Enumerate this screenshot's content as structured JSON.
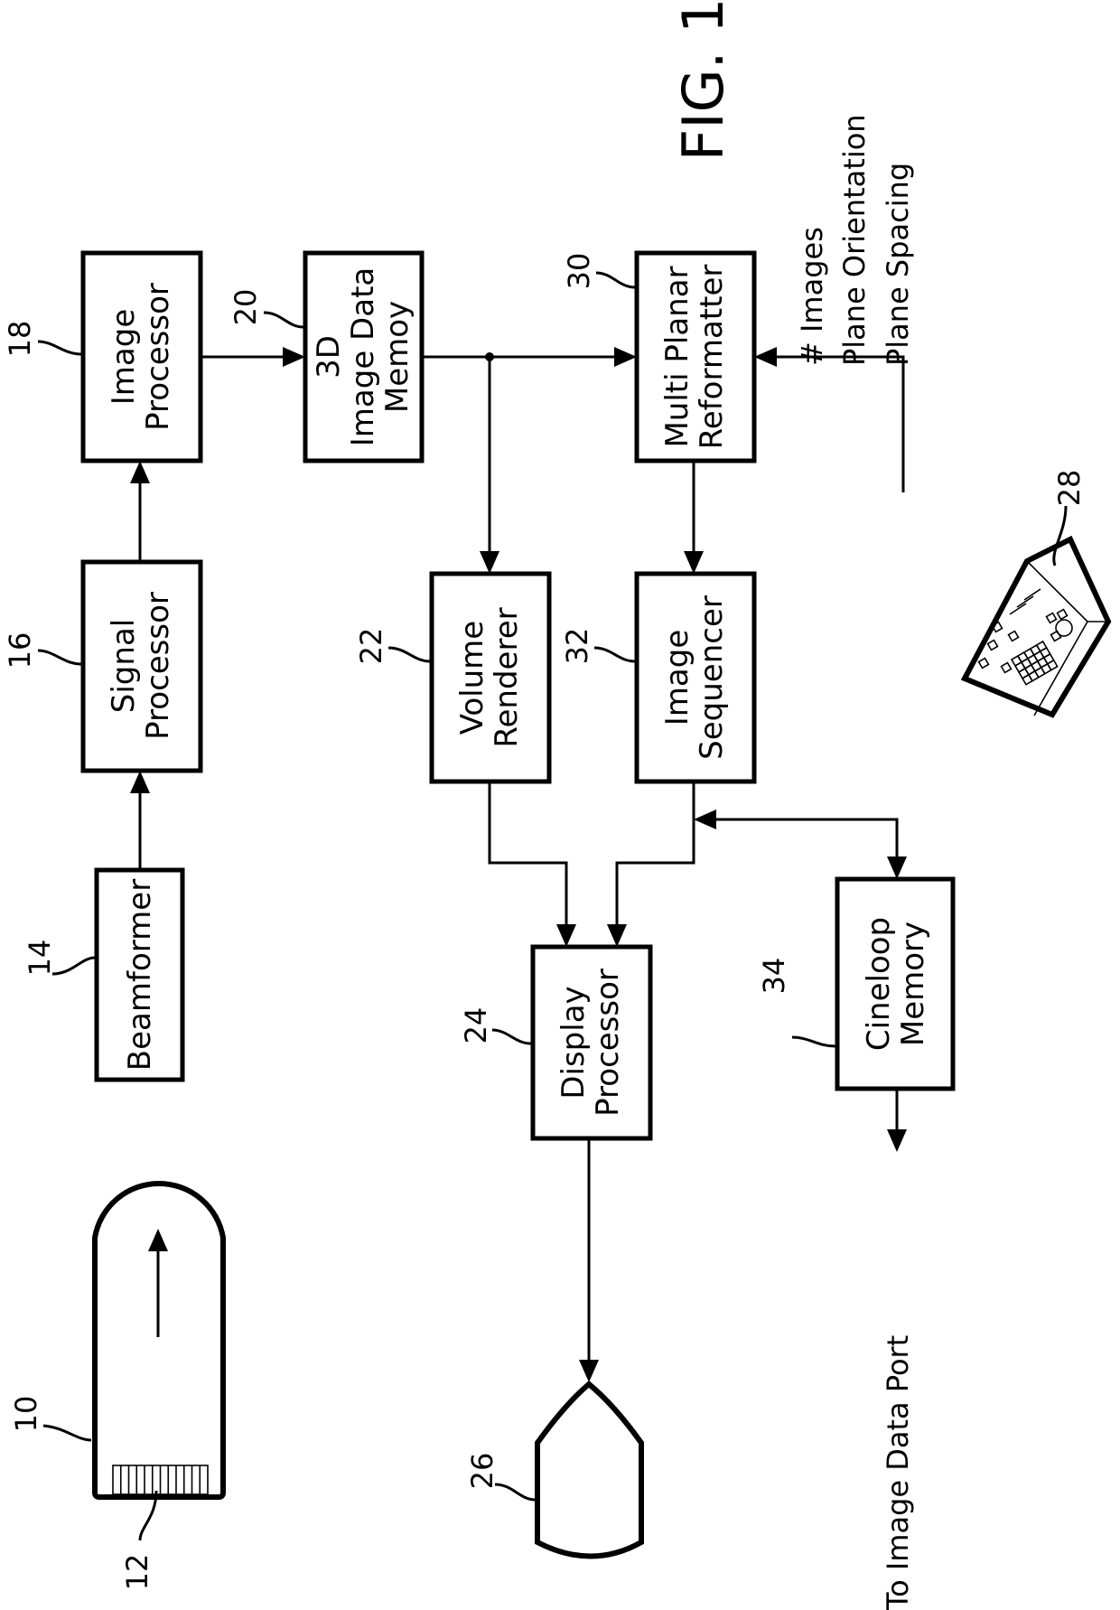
{
  "figure": {
    "title": "FIG. 1"
  },
  "blocks": {
    "beamformer": {
      "ref": "14",
      "lines": [
        "Beamformer"
      ]
    },
    "signal_processor": {
      "ref": "16",
      "lines": [
        "Signal",
        "Processor"
      ]
    },
    "image_processor": {
      "ref": "18",
      "lines": [
        "Image",
        "Processor"
      ]
    },
    "image_data_memory": {
      "ref": "20",
      "lines": [
        "3D",
        "Image Data",
        "Memoy"
      ]
    },
    "volume_renderer": {
      "ref": "22",
      "lines": [
        "Volume",
        "Renderer"
      ]
    },
    "display_processor": {
      "ref": "24",
      "lines": [
        "Display",
        "Processor"
      ]
    },
    "multi_planar_reformatter": {
      "ref": "30",
      "lines": [
        "Multi Planar",
        "Reformatter"
      ]
    },
    "image_sequencer": {
      "ref": "32",
      "lines": [
        "Image",
        "Sequencer"
      ]
    },
    "cineloop_memory": {
      "ref": "34",
      "lines": [
        "Cineloop",
        "Memory"
      ]
    }
  },
  "devices": {
    "probe": {
      "ref": "10"
    },
    "transducer_array": {
      "ref": "12"
    },
    "display": {
      "ref": "26"
    },
    "control_panel": {
      "ref": "28"
    }
  },
  "control_parameters": [
    "# Images",
    "Plane Orientation",
    "Plane Spacing"
  ],
  "output_label": "To Image Data Port"
}
